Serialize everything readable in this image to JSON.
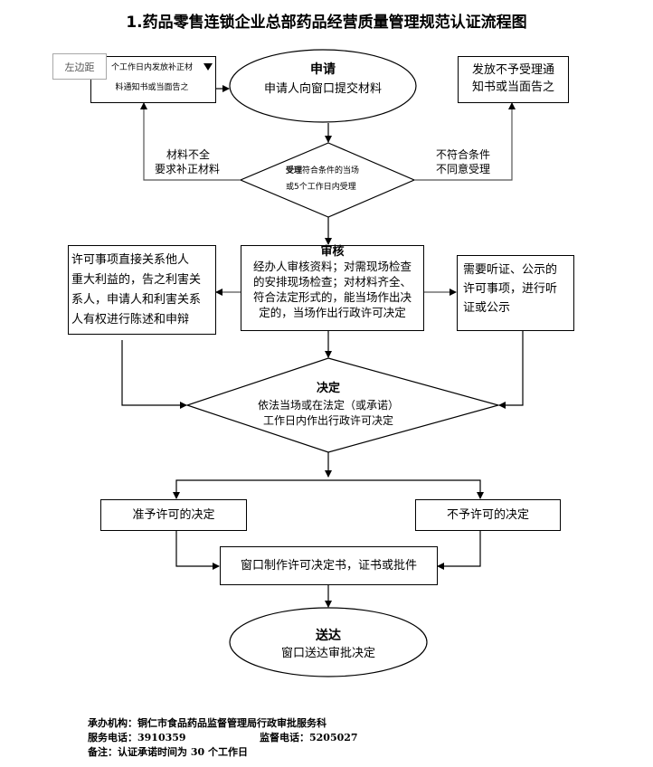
{
  "title": "1.药品零售连锁企业总部药品经营质量管理规范认证流程图",
  "margin_tag": "左边距",
  "nodes": {
    "correction_notice": {
      "line1": "个工作日内发放补正材",
      "line2": "料通知书或当面告之"
    },
    "apply": {
      "heading": "申请",
      "text": "申请人向窗口提交材料"
    },
    "reject_notice": {
      "line1": "发放不予受理通",
      "line2": "知书或当面告之"
    },
    "accept": {
      "heading": "受理",
      "line1": "符合条件的当场",
      "line2": "或5个工作日内受理"
    },
    "incomplete_label": {
      "line1": "材料不全",
      "line2": "要求补正材料"
    },
    "not_qualified_label": {
      "line1": "不符合条件",
      "line2": "不同意受理"
    },
    "stakeholder": {
      "lines": [
        "许可事项直接关系他人",
        "重大利益的，告之利害关",
        "系人，申请人和利害关系",
        "人有权进行陈述和申辩"
      ]
    },
    "review": {
      "heading": "审核",
      "lines": [
        "经办人审核资料；对需现场检查",
        "的安排现场检查；对材料齐全、",
        "符合法定形式的，能当场作出决",
        "定的，当场作出行政许可决定"
      ]
    },
    "hearing": {
      "lines": [
        "需要听证、公示的",
        "许可事项，进行听",
        "证或公示"
      ]
    },
    "decide": {
      "heading": "决定",
      "line1": "依法当场或在法定（或承诺）",
      "line2": "工作日内作出行政许可决定"
    },
    "grant": {
      "text": "准予许可的决定"
    },
    "deny": {
      "text": "不予许可的决定"
    },
    "produce": {
      "text": "窗口制作许可决定书，证书或批件"
    },
    "deliver": {
      "heading": "送达",
      "text": "窗口送达审批决定"
    }
  },
  "footer": {
    "agency": "承办机构：铜仁市食品药品监督管理局行政审批服务科",
    "service_phone_label": "服务电话：",
    "service_phone": "3910359",
    "supervise_phone_label": "监督电话：",
    "supervise_phone": "5205027",
    "note": "备注：认证承诺时间为 30 个工作日"
  }
}
